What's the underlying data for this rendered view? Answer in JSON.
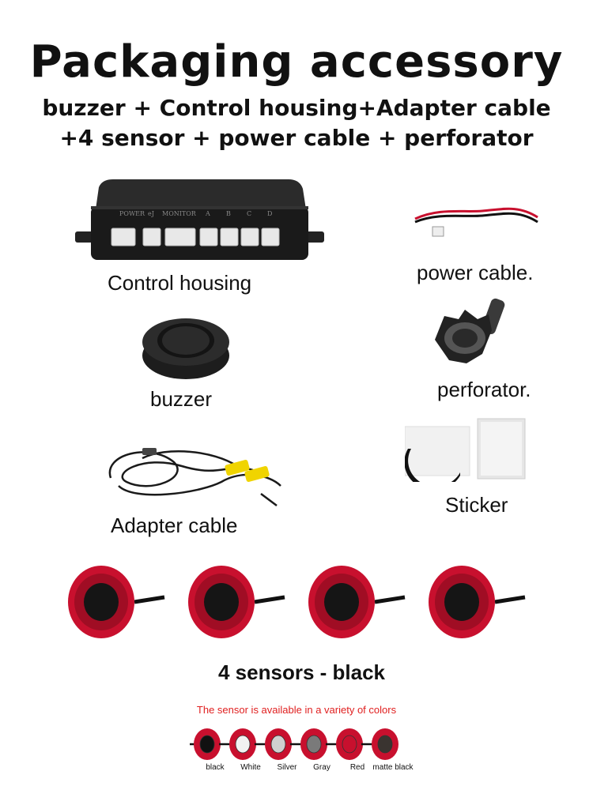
{
  "title": "Packaging accessory",
  "subtitle_line1": "buzzer + Control housing+Adapter cable",
  "subtitle_line2": "+4 sensor + power cable + perforator",
  "control_box": {
    "ports": [
      "POWER",
      "eJ",
      "MONITOR",
      "A",
      "B",
      "C",
      "D"
    ]
  },
  "labels": {
    "control_housing": "Control housing",
    "power_cable": "power cable.",
    "buzzer": "buzzer",
    "perforator": "perforator.",
    "adapter_cable": "Adapter cable",
    "sticker": "Sticker",
    "sensors": "4 sensors - black"
  },
  "note": "The sensor is available in a variety of colors",
  "colors": [
    {
      "name": "black",
      "hex": "#111111"
    },
    {
      "name": "White",
      "hex": "#f2f2f2"
    },
    {
      "name": "Silver",
      "hex": "#d0d0d0"
    },
    {
      "name": "Gray",
      "hex": "#7a7a7a"
    },
    {
      "name": "Red",
      "hex": "#c8102e"
    },
    {
      "name": "matte black",
      "hex": "#3a3430"
    }
  ],
  "accent": "#c8102e"
}
